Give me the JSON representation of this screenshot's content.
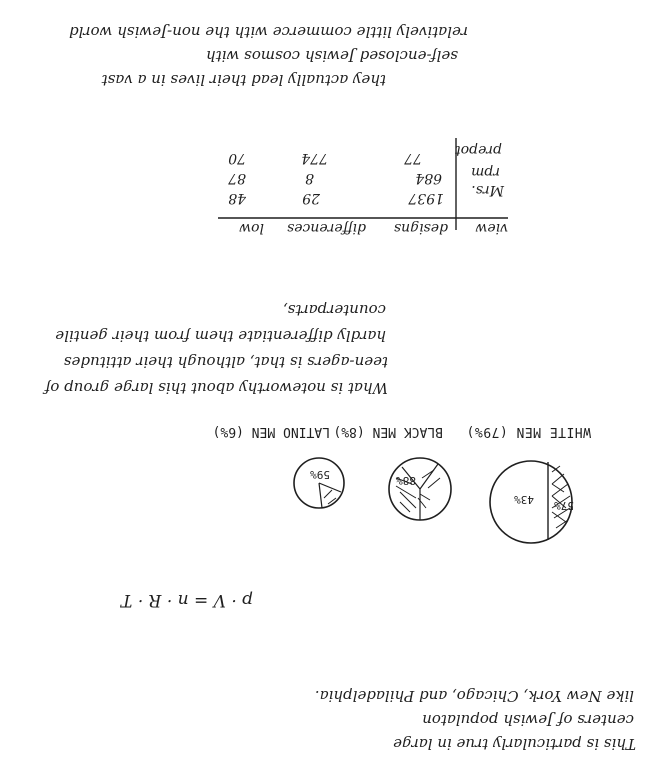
{
  "notes": {
    "para1": [
      "This is particularly true in large",
      "centers of Jewish populaton",
      "like New York, Chicago, and Philadelphia."
    ],
    "formula": "p · V = n · R · T",
    "pie_labels": {
      "white_men": {
        "slice_a": "57%",
        "slice_b": "43%"
      },
      "black_men": {
        "slice": "88%"
      },
      "latino_men": {
        "slice": "59%"
      }
    },
    "pie_captions": [
      "WHITE MEN (79%)",
      "BLACK MEN (8%)",
      "LATINO MEN (6%)"
    ],
    "para2": [
      "What is noteworthy about this large group of",
      "teen-agers is that, although their attitudes",
      "hardly differentiate them from their gentile",
      "counterparts,"
    ],
    "table": {
      "headers": [
        "view",
        "designs",
        "differences",
        "low"
      ],
      "rows": [
        [
          "Mrs.",
          "1937",
          "29",
          "48"
        ],
        [
          "rpm",
          "684",
          "8",
          "87"
        ],
        [
          "prepot",
          "77",
          "774",
          "70"
        ]
      ]
    },
    "para3": [
      "they actually lead their lives in a vast",
      "self-enclosed Jewish cosmos with",
      "relatively little commerce with the non-Jewish world"
    ]
  }
}
